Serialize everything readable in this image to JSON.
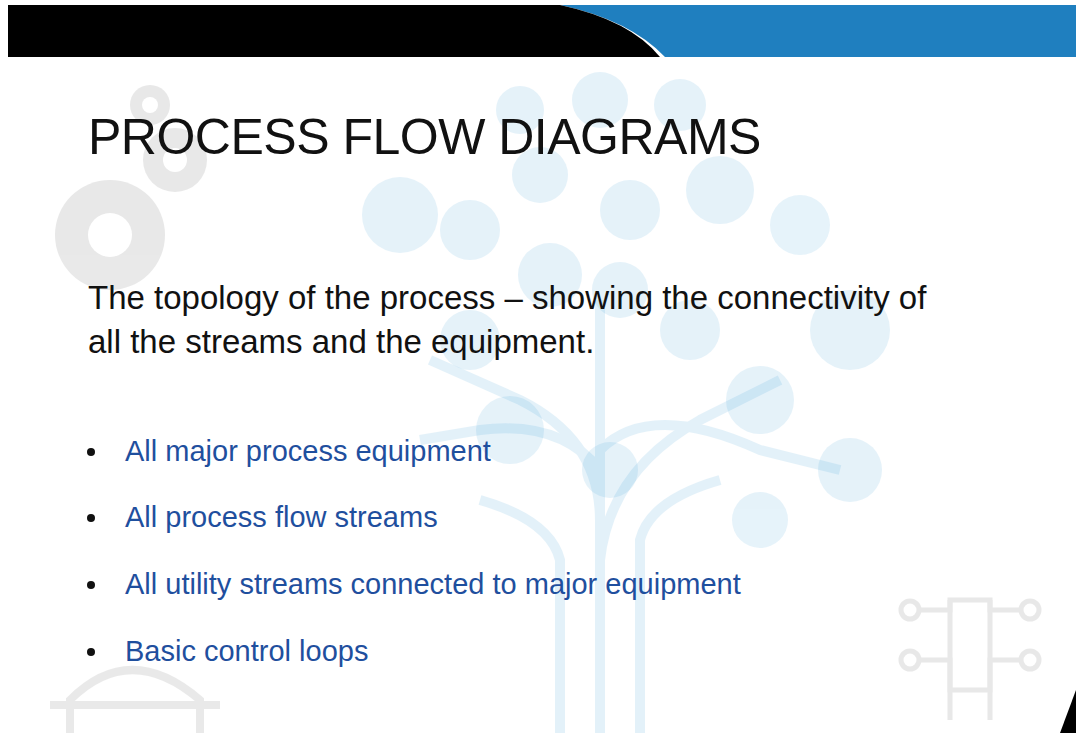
{
  "diagram": {
    "title": "PROCESS FLOW DIAGRAMS",
    "labels": [
      "The topology of the process – showing the connectivity of all the streams and the equipment.",
      "All major process equipment",
      "All process flow streams",
      "All utility streams connected to major equipment",
      "Basic control loops"
    ]
  }
}
